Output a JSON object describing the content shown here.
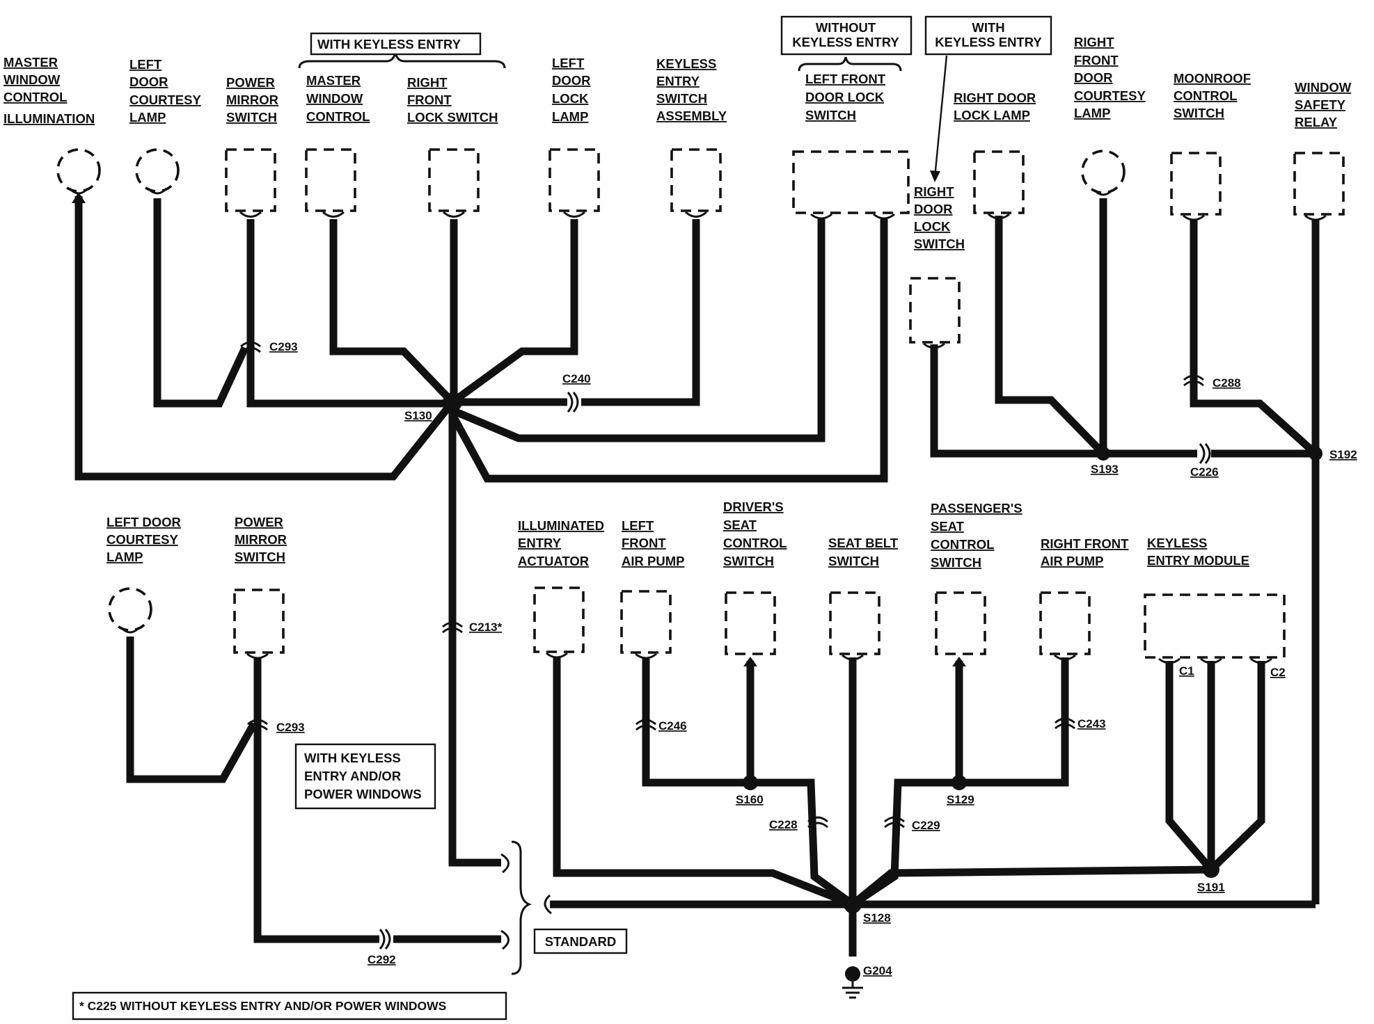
{
  "labels": {
    "master_window_control_illumination": [
      "MASTER",
      "WINDOW",
      "CONTROL",
      " ILLUMINATION"
    ],
    "left_door_courtesy_lamp_top": [
      "LEFT",
      "DOOR",
      "COURTESY",
      "LAMP"
    ],
    "power_mirror_switch_top": [
      "POWER",
      "MIRROR",
      "SWITCH"
    ],
    "master_window_control": [
      "MASTER",
      "WINDOW",
      "CONTROL"
    ],
    "right_front_lock_switch": [
      "RIGHT",
      "FRONT",
      "LOCK SWITCH"
    ],
    "left_door_lock_lamp": [
      "LEFT",
      "DOOR",
      "LOCK",
      "LAMP"
    ],
    "keyless_entry_switch_assembly": [
      "KEYLESS",
      "ENTRY",
      "SWITCH",
      "ASSEMBLY"
    ],
    "left_front_door_lock_switch": [
      "LEFT FRONT",
      "DOOR LOCK",
      "SWITCH"
    ],
    "right_door_lock_switch": [
      "RIGHT",
      "DOOR",
      "LOCK",
      "SWITCH"
    ],
    "right_door_lock_lamp": [
      "RIGHT DOOR",
      "LOCK LAMP"
    ],
    "right_front_door_courtesy_lamp": [
      "RIGHT",
      "FRONT",
      "DOOR",
      "COURTESY",
      "LAMP"
    ],
    "moonroof_control_switch": [
      "MOONROOF",
      "CONTROL",
      "SWITCH"
    ],
    "window_safety_relay": [
      "WINDOW",
      "SAFETY",
      "RELAY"
    ],
    "left_door_courtesy_lamp_bottom": [
      "LEFT DOOR",
      "COURTESY",
      "LAMP"
    ],
    "power_mirror_switch_bottom": [
      "POWER",
      "MIRROR",
      "SWITCH"
    ],
    "illuminated_entry_actuator": [
      "ILLUMINATED",
      "ENTRY",
      "ACTUATOR"
    ],
    "left_front_air_pump": [
      "LEFT",
      "FRONT",
      "AIR PUMP"
    ],
    "drivers_seat_control_switch": [
      "DRIVER'S",
      "SEAT",
      "CONTROL",
      "SWITCH"
    ],
    "seat_belt_switch": [
      "SEAT BELT",
      "SWITCH"
    ],
    "passengers_seat_control_switch": [
      "PASSENGER'S",
      "SEAT",
      "CONTROL",
      "SWITCH"
    ],
    "right_front_air_pump": [
      "RIGHT FRONT",
      "AIR PUMP"
    ],
    "keyless_entry_module": [
      "KEYLESS",
      "ENTRY MODULE"
    ]
  },
  "boxed_notes": {
    "with_keyless_entry_top": [
      "WITH KEYLESS ENTRY"
    ],
    "without_keyless_entry": [
      "WITHOUT",
      "KEYLESS ENTRY"
    ],
    "with_keyless_entry_right": [
      "WITH",
      "KEYLESS ENTRY"
    ],
    "with_keyless_entry_power_windows": [
      "WITH  KEYLESS",
      "ENTRY  AND/OR",
      "POWER  WINDOWS"
    ],
    "standard": [
      "STANDARD"
    ],
    "footnote": [
      "* C225 WITHOUT KEYLESS ENTRY AND/OR POWER WINDOWS"
    ]
  },
  "connectors": {
    "c293_top": "C293",
    "c240": "C240",
    "c288": "C288",
    "c226": "C226",
    "c213": "C213*",
    "c293_bottom": "C293",
    "c246": "C246",
    "c243": "C243",
    "c228": "C228",
    "c229": "C229",
    "c292": "C292",
    "c1": "C1",
    "c2": "C2"
  },
  "splices": {
    "s130": "S130",
    "s193": "S193",
    "s192": "S192",
    "s160": "S160",
    "s129": "S129",
    "s191": "S191",
    "s128": "S128"
  },
  "ground": {
    "g204": "G204"
  },
  "icons": {
    "lamp": "lamp-icon",
    "switch": "switch-box-icon",
    "connector": "connector-icon",
    "splice": "splice-dot-icon",
    "ground": "ground-icon"
  },
  "colors": {
    "ink": "#111111",
    "background": "#ffffff"
  }
}
